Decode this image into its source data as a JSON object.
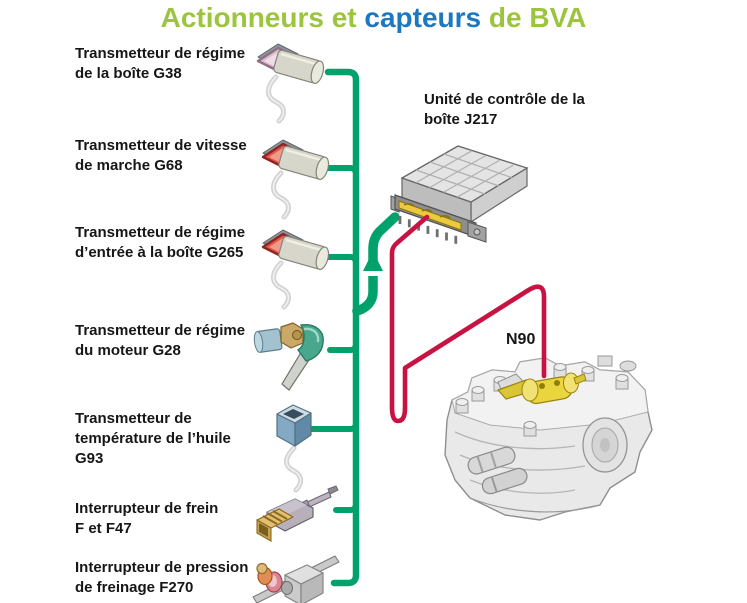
{
  "title": {
    "part1": "Actionneurs et",
    "part2": "capteurs",
    "part3": "de BVA"
  },
  "sensors": [
    {
      "id": "G38",
      "label": "Transmetteur de régime\nde la boîte G38"
    },
    {
      "id": "G68",
      "label": "Transmetteur de vitesse\nde marche G68"
    },
    {
      "id": "G265",
      "label": "Transmetteur de régime\nd’entrée à la boîte G265"
    },
    {
      "id": "G28",
      "label": "Transmetteur de régime\ndu moteur G28"
    },
    {
      "id": "G93",
      "label": "Transmetteur de\ntempérature de l’huile\nG93"
    },
    {
      "id": "F",
      "label": "Interrupteur de frein\nF et F47"
    },
    {
      "id": "F270",
      "label": "Interrupteur de pression\nde freinage F270"
    }
  ],
  "control_unit": {
    "label": "Unité de contrôle de la\nboîte J217"
  },
  "actuator": {
    "label": "N90"
  },
  "colors": {
    "sensor_wire": "#00a16b",
    "actuator_wire": "#c81342",
    "title_green": "#9cc43d",
    "title_blue": "#1e78bf"
  }
}
